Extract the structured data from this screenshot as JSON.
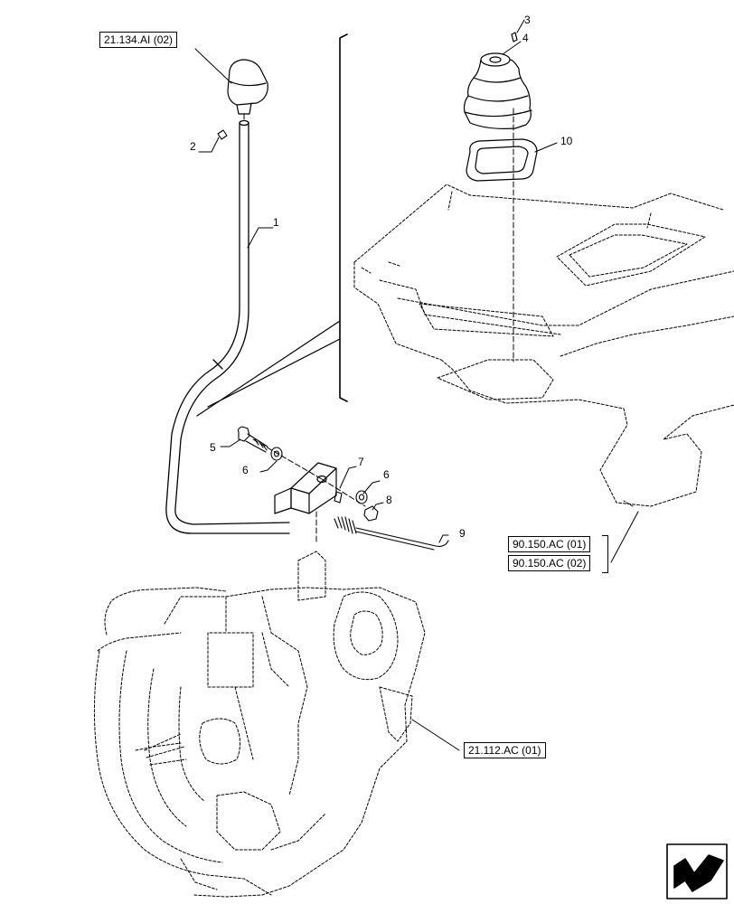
{
  "references": {
    "shift_knob_ref": "21.134.AI (02)",
    "cab_floor_ref_1": "90.150.AC (01)",
    "cab_floor_ref_2": "90.150.AC (02)",
    "transmission_ref": "21.112.AC (01)"
  },
  "callouts": {
    "c1": "1",
    "c2": "2",
    "c3": "3",
    "c4": "4",
    "c5": "5",
    "c6a": "6",
    "c6b": "6",
    "c7": "7",
    "c8": "8",
    "c9": "9",
    "c10": "10"
  },
  "icons": {
    "nav": "view-direction-arrow-icon"
  }
}
